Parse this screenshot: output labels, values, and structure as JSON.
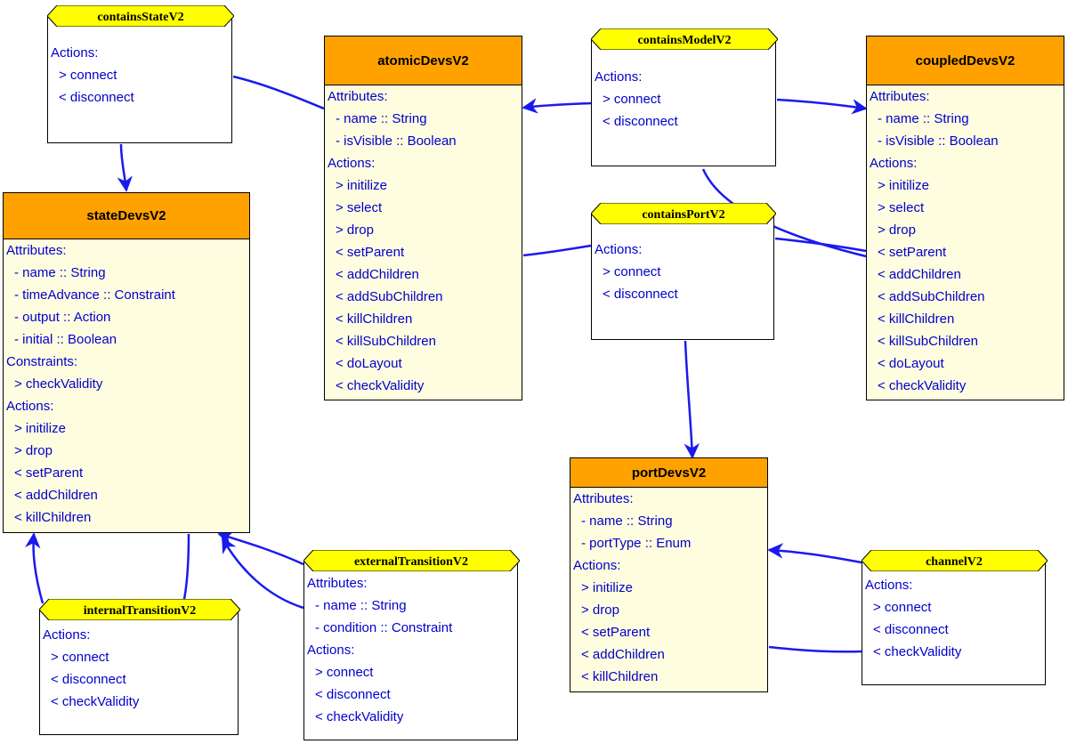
{
  "classes": {
    "atomic": {
      "name": "atomicDevsV2",
      "attributes_label": "Attributes:",
      "attributes": [
        "- name :: String",
        "- isVisible :: Boolean"
      ],
      "actions_label": "Actions:",
      "actions": [
        "> initilize",
        "> select",
        "> drop",
        "< setParent",
        "< addChildren",
        "< addSubChildren",
        "< killChildren",
        "< killSubChildren",
        "< doLayout",
        "< checkValidity"
      ]
    },
    "coupled": {
      "name": "coupledDevsV2",
      "attributes_label": "Attributes:",
      "attributes": [
        "- name :: String",
        "- isVisible :: Boolean"
      ],
      "actions_label": "Actions:",
      "actions": [
        "> initilize",
        "> select",
        "> drop",
        "< setParent",
        "< addChildren",
        "< addSubChildren",
        "< killChildren",
        "< killSubChildren",
        "< doLayout",
        "< checkValidity"
      ]
    },
    "state": {
      "name": "stateDevsV2",
      "attributes_label": "Attributes:",
      "attributes": [
        "- name :: String",
        "- timeAdvance :: Constraint",
        "- output :: Action",
        "- initial :: Boolean"
      ],
      "constraints_label": "Constraints:",
      "constraints": [
        "> checkValidity"
      ],
      "actions_label": "Actions:",
      "actions": [
        "> initilize",
        "> drop",
        "< setParent",
        "< addChildren",
        "< killChildren"
      ]
    },
    "port": {
      "name": "portDevsV2",
      "attributes_label": "Attributes:",
      "attributes": [
        "- name :: String",
        "- portType :: Enum"
      ],
      "actions_label": "Actions:",
      "actions": [
        "> initilize",
        "> drop",
        "< setParent",
        "< addChildren",
        "< killChildren"
      ]
    }
  },
  "relations": {
    "containsState": {
      "name": "containsStateV2",
      "actions_label": "Actions:",
      "actions": [
        "> connect",
        "< disconnect"
      ]
    },
    "containsModel": {
      "name": "containsModelV2",
      "actions_label": "Actions:",
      "actions": [
        "> connect",
        "< disconnect"
      ]
    },
    "containsPort": {
      "name": "containsPortV2",
      "actions_label": "Actions:",
      "actions": [
        "> connect",
        "< disconnect"
      ]
    },
    "internalTransition": {
      "name": "internalTransitionV2",
      "actions_label": "Actions:",
      "actions": [
        "> connect",
        "< disconnect",
        "< checkValidity"
      ]
    },
    "externalTransition": {
      "name": "externalTransitionV2",
      "attributes_label": "Attributes:",
      "attributes": [
        "- name :: String",
        "- condition :: Constraint"
      ],
      "actions_label": "Actions:",
      "actions": [
        "> connect",
        "< disconnect",
        "< checkValidity"
      ]
    },
    "channel": {
      "name": "channelV2",
      "actions_label": "Actions:",
      "actions": [
        "> connect",
        "< disconnect",
        "< checkValidity"
      ]
    }
  },
  "colors": {
    "class_header": "#ffa200",
    "class_body": "#fffde0",
    "relation_header": "#ffff00",
    "text": "#0000cc",
    "connector": "#1a1aee"
  }
}
